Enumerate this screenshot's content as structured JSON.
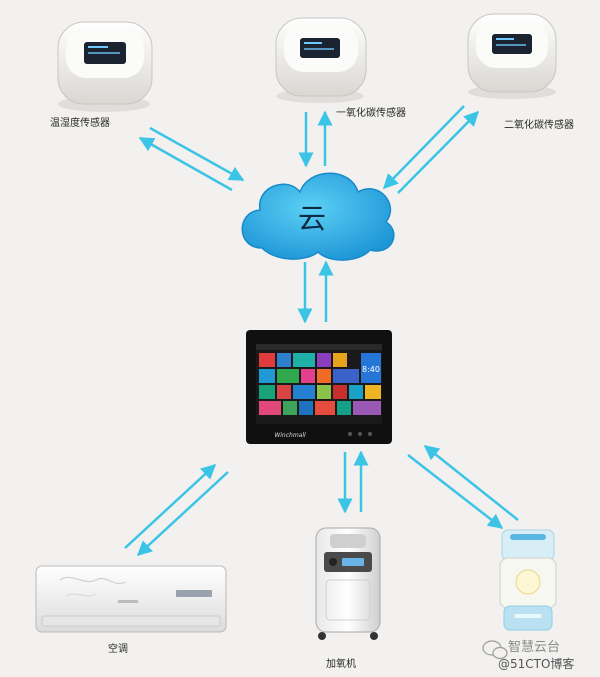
{
  "nodes": {
    "sensor_temp_humidity": {
      "label": "温湿度传感器"
    },
    "sensor_co": {
      "label": "一氧化碳传感器"
    },
    "sensor_co2": {
      "label": "二氧化碳传感器"
    },
    "cloud": {
      "label": "云"
    },
    "air_conditioner": {
      "label": "空调"
    },
    "oxygen_machine": {
      "label": "加氧机"
    }
  },
  "panel": {
    "time": "8:40",
    "brand": "Winchmall"
  },
  "watermark": {
    "line1": "智慧云台",
    "line2": "@51CTO博客"
  },
  "colors": {
    "arrow": "#3cc4e6",
    "cloud": "#29a9e3",
    "background": "#f2f1ef"
  }
}
